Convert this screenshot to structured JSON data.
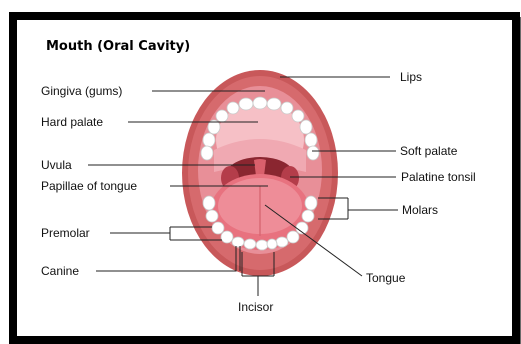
{
  "title": "Mouth (Oral Cavity)",
  "labels": {
    "lips": "Lips",
    "gingiva": "Gingiva (gums)",
    "hard_palate": "Hard palate",
    "soft_palate": "Soft palate",
    "uvula": "Uvula",
    "palatine_tonsil": "Palatine tonsil",
    "papillae": "Papillae of tongue",
    "molars": "Molars",
    "premolar": "Premolar",
    "canine": "Canine",
    "tongue": "Tongue",
    "incisor": "Incisor"
  },
  "colors": {
    "lips": "#c8585a",
    "gums": "#e88f98",
    "palate": "#f4b3bb",
    "throat": "#8a2630",
    "tongue": "#e8727f",
    "teeth": "#ffffff"
  }
}
